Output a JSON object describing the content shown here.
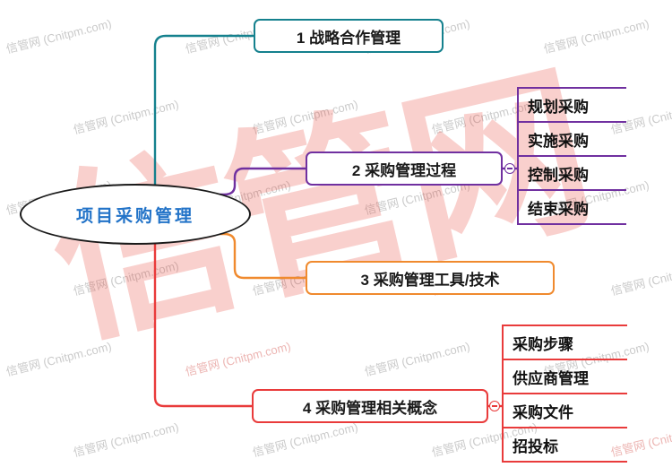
{
  "watermark": {
    "tile_text": "信管网 (Cnitpm.com)",
    "tile_color": "#bdbdbd",
    "tile_pink": "#e8a3a0",
    "big_text": "信管网",
    "big_color": "rgba(231,74,62,0.26)"
  },
  "root": {
    "label": "项目采购管理",
    "text_color": "#2273C8",
    "border_color": "#1a1a1a"
  },
  "branches": [
    {
      "label": "1 战略合作管理",
      "color": "#15818E",
      "children": []
    },
    {
      "label": "2 采购管理过程",
      "color": "#7030A0",
      "children": [
        "规划采购",
        "实施采购",
        "控制采购",
        "结束采购"
      ]
    },
    {
      "label": "3 采购管理工具/技术",
      "color": "#F08A2E",
      "children": []
    },
    {
      "label": "4 采购管理相关概念",
      "color": "#E93B3B",
      "children": [
        "采购步骤",
        "供应商管理",
        "采购文件",
        "招投标"
      ]
    }
  ]
}
